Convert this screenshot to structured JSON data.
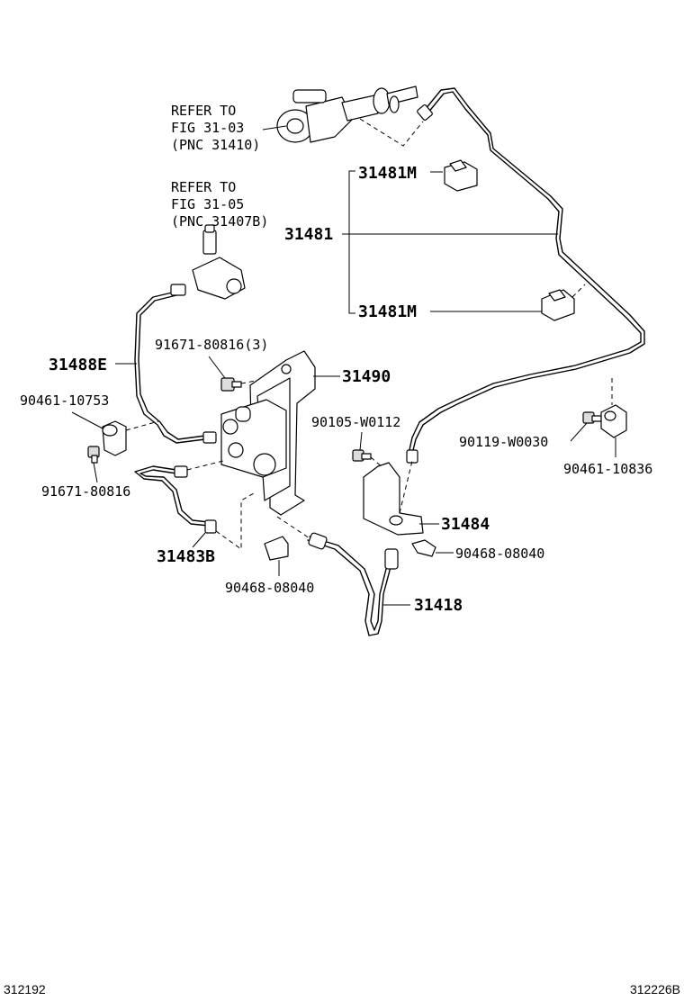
{
  "references": [
    {
      "lines": [
        "REFER TO",
        "FIG 31-03",
        "(PNC 31410)"
      ]
    },
    {
      "lines": [
        "REFER TO",
        "FIG 31-05",
        "(PNC 31407B)"
      ]
    }
  ],
  "labels": {
    "l31481M_top": "31481M",
    "l31481": "31481",
    "l31481M_bottom": "31481M",
    "l31488E": "31488E",
    "l91671_80816_3": "91671-80816(3)",
    "l31490": "31490",
    "l90461_10753": "90461-10753",
    "l90105_W0112": "90105-W0112",
    "l90119_W0030": "90119-W0030",
    "l90461_10836": "90461-10836",
    "l91671_80816": "91671-80816",
    "l31484": "31484",
    "l31483B": "31483B",
    "l90468_08040_right": "90468-08040",
    "l90468_08040_bottom": "90468-08040",
    "l31418": "31418"
  },
  "footer": {
    "left": "312192",
    "right": "312226B"
  }
}
